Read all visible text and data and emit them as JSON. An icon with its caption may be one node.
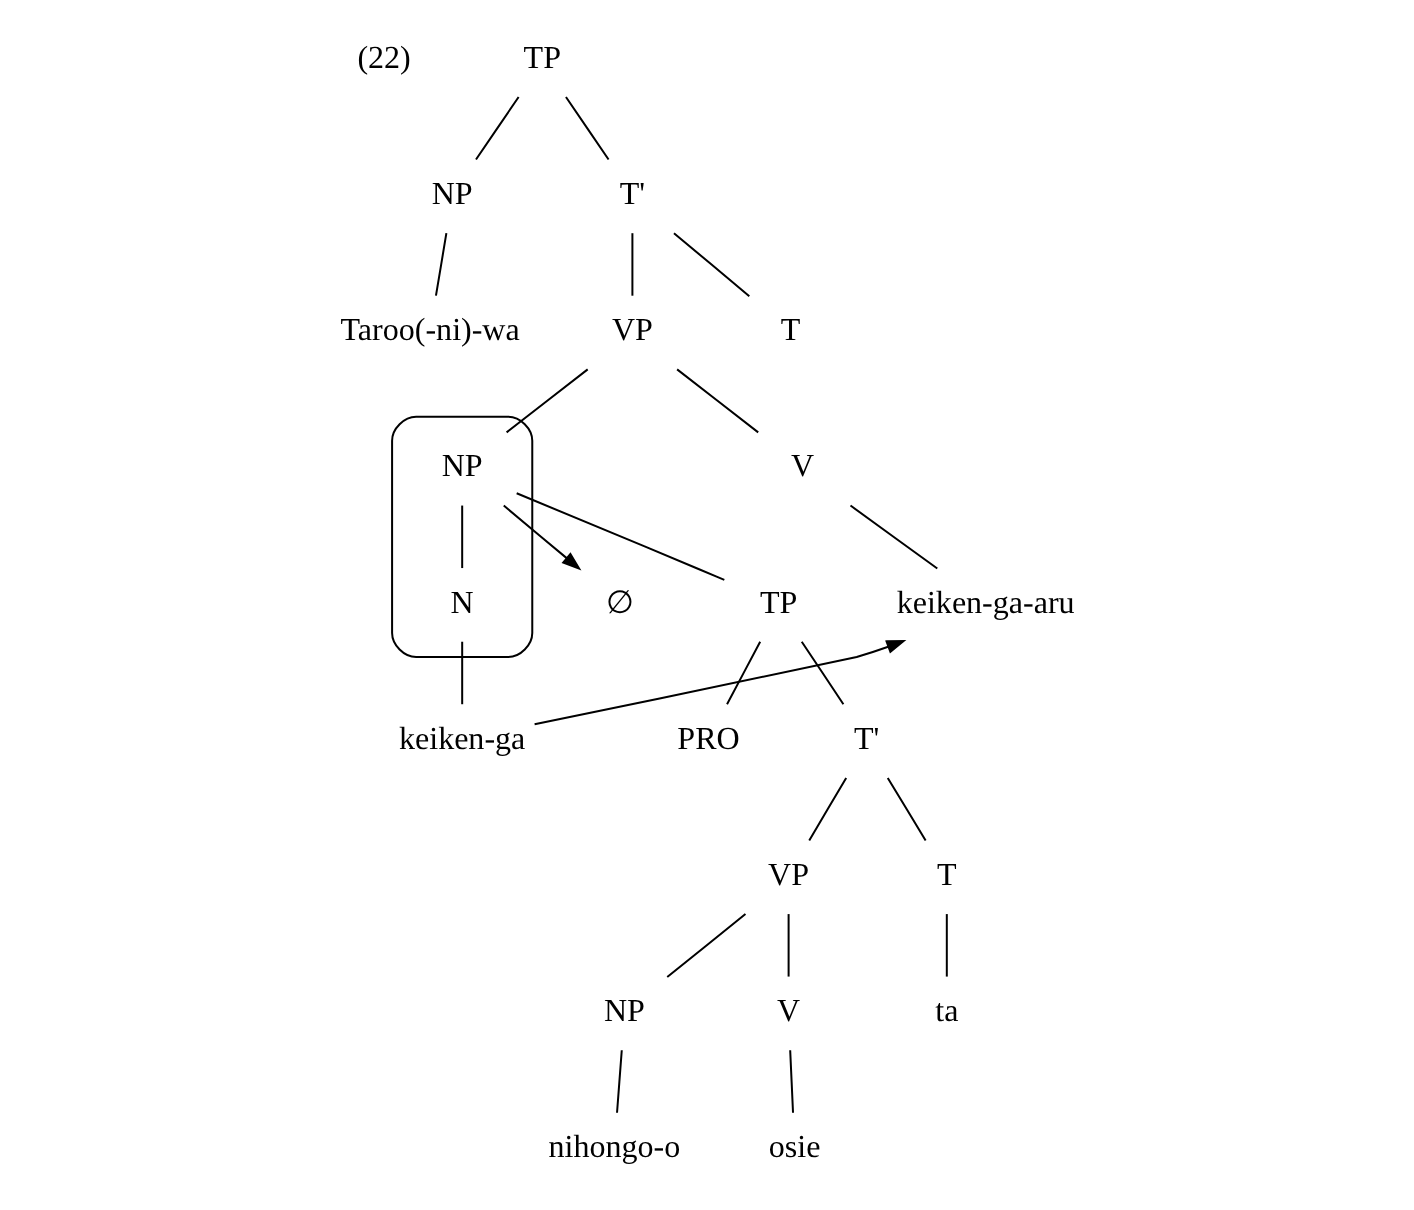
{
  "diagram": {
    "nodes": [
      {
        "text": [
          "TP"
        ]
      },
      {
        "text": [
          "NP"
        ]
      },
      {
        "text": [
          "T'"
        ]
      },
      {
        "text": [
          "Taroo(-ni)-wa"
        ]
      },
      {
        "text": [
          "VP"
        ]
      },
      {
        "text": [
          "T"
        ]
      },
      {
        "text": [
          "∅"
        ]
      },
      {
        "text": [],
        "shape": "ellipse"
      },
      {
        "text": [
          "NP"
        ],
        "in": 7
      },
      {
        "text": [
          "V"
        ]
      },
      {
        "text": [
          "keiken-ga-aru"
        ]
      },
      {
        "text": [
          "TP"
        ]
      },
      {
        "text": [
          "N"
        ],
        "in": 7
      },
      {
        "text": [
          "keiken-ga"
        ]
      },
      {
        "text": [
          "PRO"
        ]
      },
      {
        "text": [
          "T'"
        ]
      },
      {
        "text": [
          "VP"
        ]
      },
      {
        "text": [
          "T"
        ]
      },
      {
        "text": [
          "NP"
        ]
      },
      {
        "text": [
          "V"
        ]
      },
      {
        "text": [
          "ta"
        ]
      },
      {
        "text": [
          "nihongo-o"
        ]
      },
      {
        "text": [
          "osie"
        ]
      }
    ],
    "edges": [
      {
        "from": 0,
        "to": 1,
        "arrow": "none"
      },
      {
        "from": 0,
        "to": 2,
        "arrow": "none"
      },
      {
        "from": 1,
        "to": 3,
        "arrow": "none"
      },
      {
        "from": 2,
        "to": 4,
        "arrow": "none"
      },
      {
        "from": 2,
        "to": 5,
        "arrow": "none"
      },
      {
        "from": 4,
        "to": 8,
        "arrow": "none"
      },
      {
        "from": 4,
        "to": 9,
        "arrow": "none"
      },
      {
        "from": 9,
        "to": 10,
        "arrow": "none"
      },
      {
        "from": 8,
        "to": 11,
        "arrow": "none"
      },
      {
        "from": 8,
        "to": 12,
        "arrow": "none"
      },
      {
        "from": 12,
        "to": 13,
        "arrow": "none"
      },
      {
        "from": 11,
        "to": 14,
        "arrow": "none"
      },
      {
        "from": 11,
        "to": 15,
        "arrow": "none"
      },
      {
        "from": 15,
        "to": 16,
        "arrow": "none"
      },
      {
        "from": 15,
        "to": 17,
        "arrow": "none"
      },
      {
        "from": 16,
        "to": 18,
        "arrow": "none"
      },
      {
        "from": 16,
        "to": 19,
        "arrow": "none"
      },
      {
        "from": 17,
        "to": 20,
        "arrow": "none"
      },
      {
        "from": 18,
        "to": 21,
        "arrow": "none"
      },
      {
        "from": 19,
        "to": 22,
        "arrow": "none"
      },
      {
        "from": 13,
        "to": 10,
        "arrow": "to"
      },
      {
        "from": 8,
        "to": 6,
        "arrow": "to"
      }
    ],
    "labels": [
      "(22)"
    ]
  }
}
